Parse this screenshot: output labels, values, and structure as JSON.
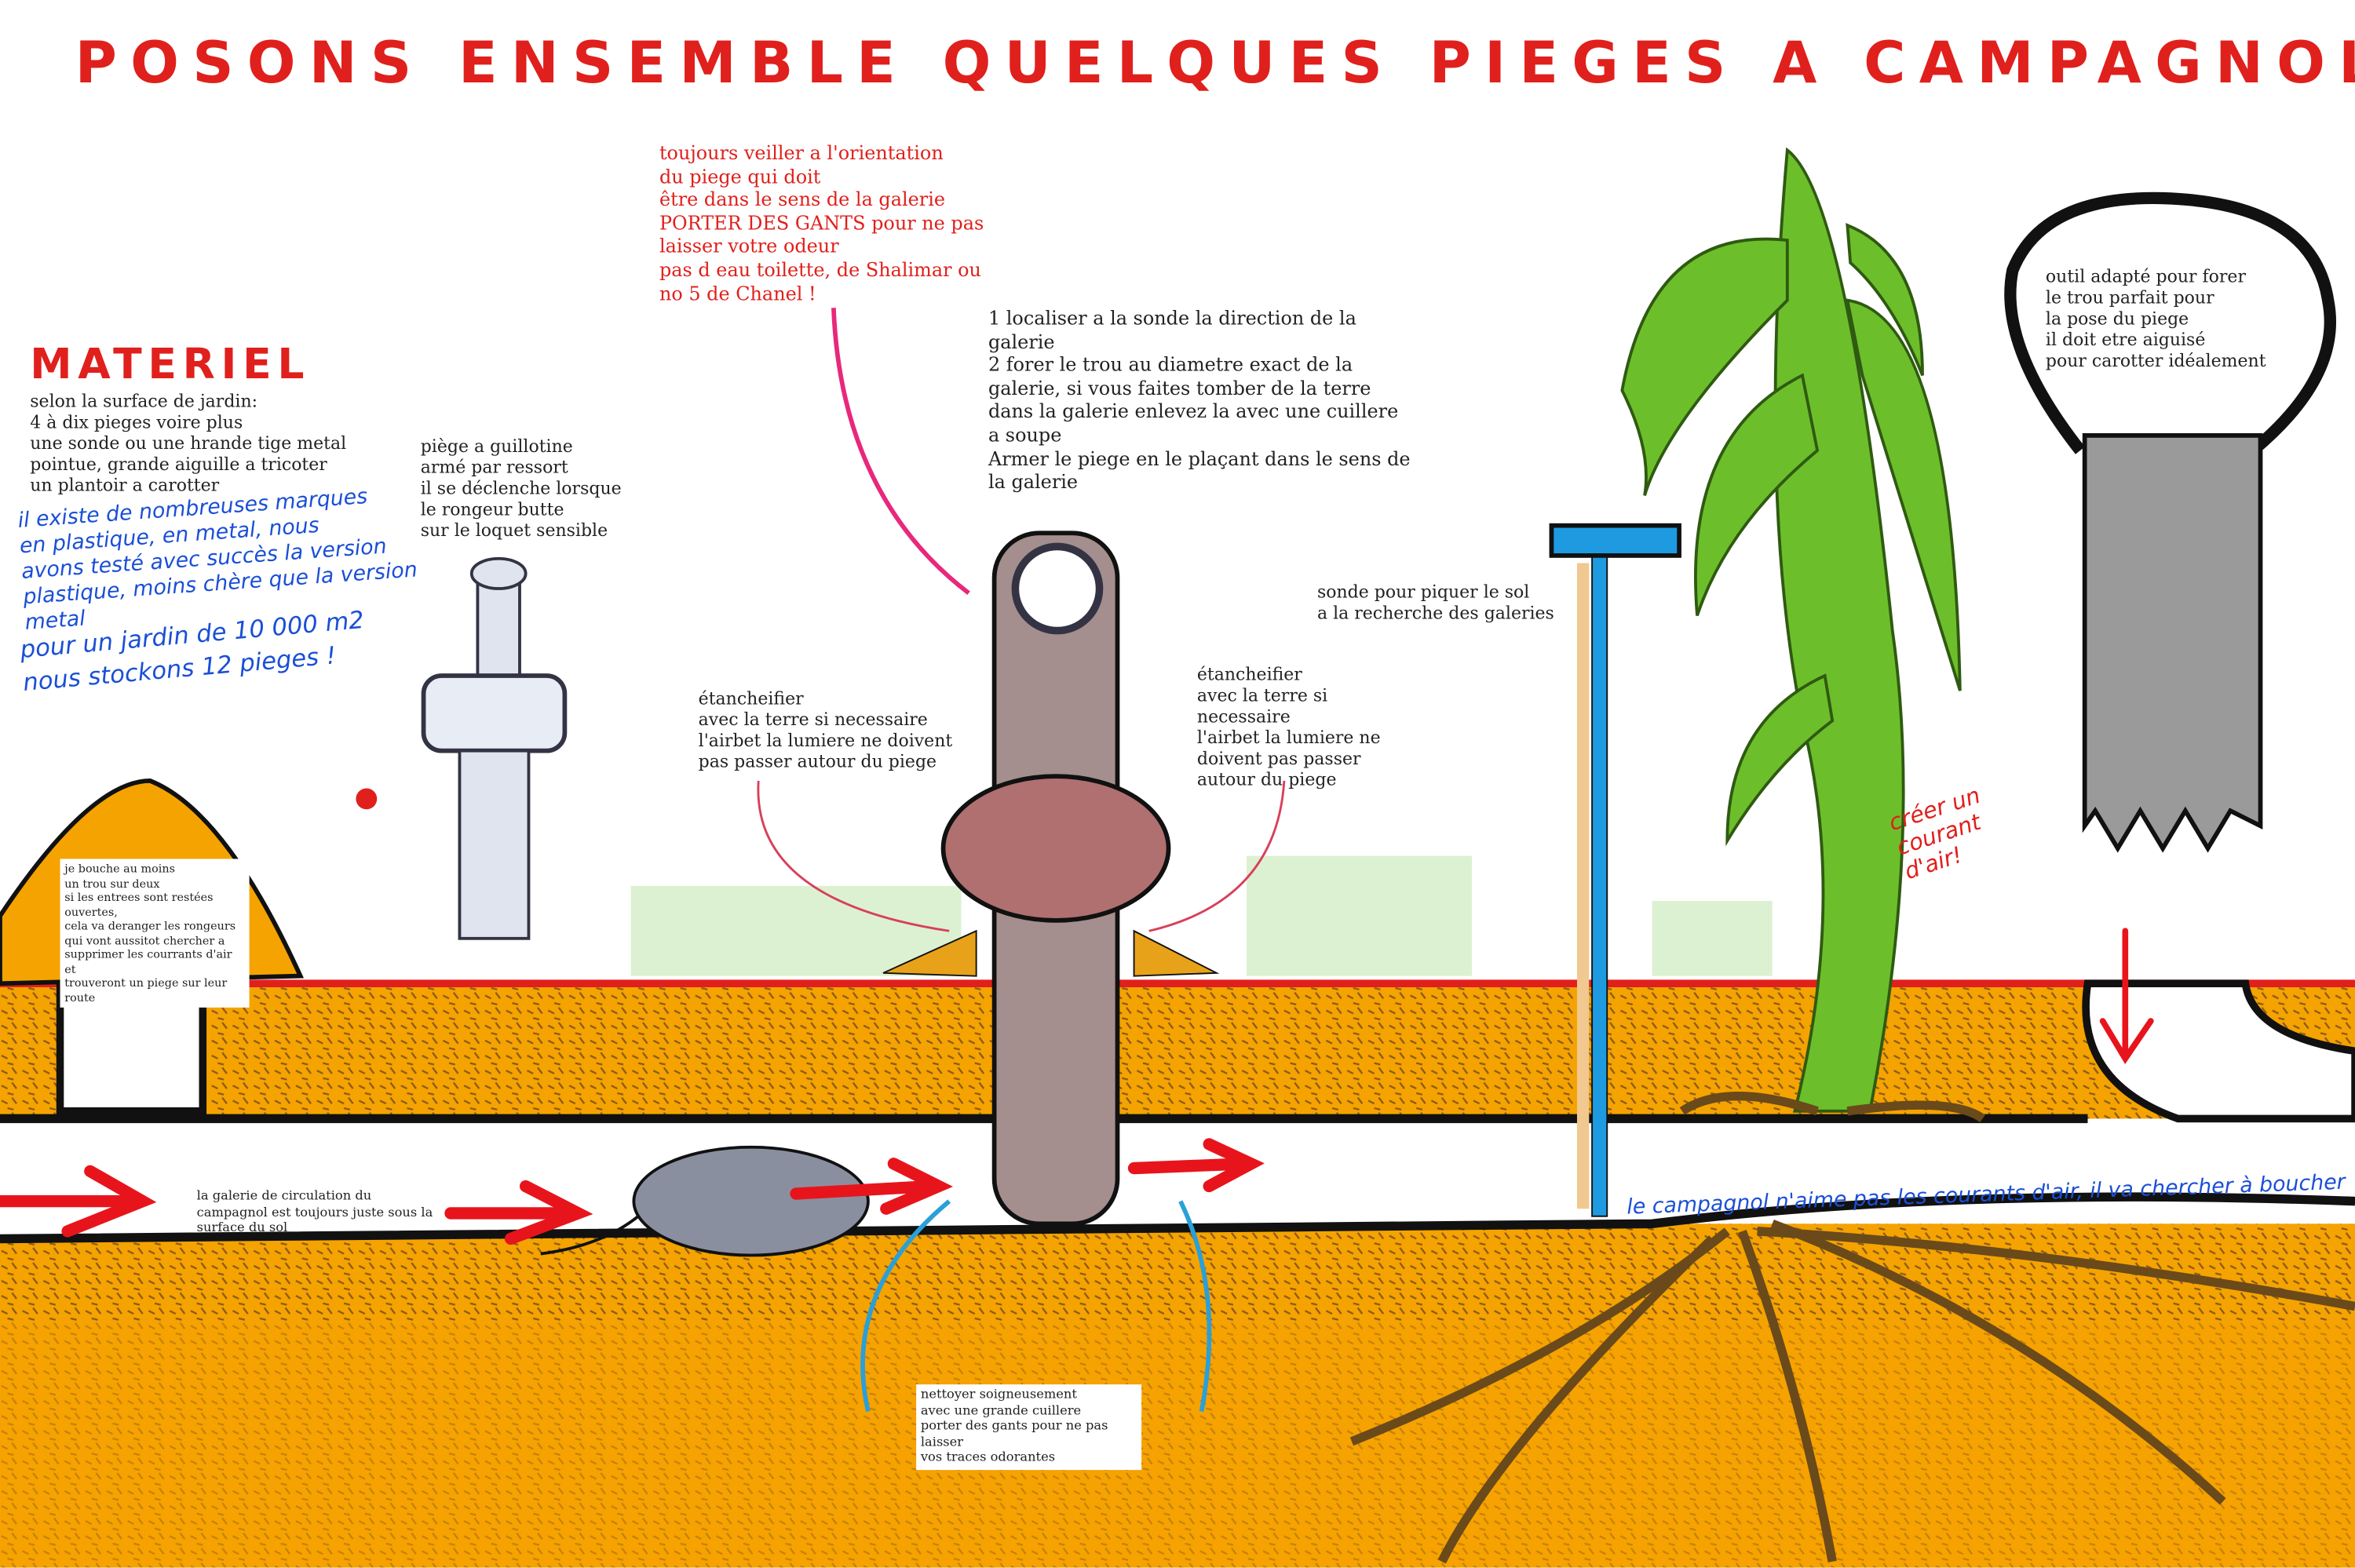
{
  "title": "POSONS ENSEMBLE QUELQUES PIEGES A CAMPAGNOL",
  "warning": "toujours veiller a l'orientation\ndu piege qui doit\nêtre dans le sens de la galerie\nPORTER DES GANTS pour ne pas\nlaisser votre odeur\npas d eau toilette, de Shalimar ou\nno 5 de Chanel !",
  "steps": "1 localiser a la sonde la direction de la\ngalerie\n2 forer le trou au diametre exact de la\ngalerie, si vous faites tomber de la terre\ndans la galerie enlevez la avec une cuillere\na soupe\nArmer le piege en le plaçant dans le sens de\nla galerie",
  "materiel": {
    "heading": "MATERIEL",
    "list": "selon la surface de jardin:\n4 à dix pieges voire plus\nune sonde ou une hrande tige metal\npointue, grande aiguille a tricoter\nun plantoir a carotter",
    "handwritten": "il existe de nombreuses marques\nen plastique, en metal, nous\navons testé avec succès la version\nplastique, moins chère que la version\nmetal",
    "handwritten2": "pour un jardin de 10 000 m2\nnous stockons 12 pieges !"
  },
  "guillotine": "piège a guillotine\narmé par ressort\nil se déclenche lorsque\nle rongeur butte\nsur le loquet sensible",
  "seal_left": "étancheifier\navec la terre si necessaire\nl'airbet la lumiere ne doivent\npas passer autour du piege",
  "seal_right": "étancheifier\navec la terre si\nnecessaire\nl'airbet la lumiere ne\ndoivent pas passer\nautour du piege",
  "probe": "sonde pour piquer le sol\na la recherche des galeries",
  "auger": "outil adapté pour forer\nle trou parfait pour\nla pose du piege\nil doit etre aiguisé\npour carotter idéalement",
  "draft": "créer un\ncourant\nd'air!",
  "holes": "je bouche au moins\nun trou sur deux\nsi les entrees sont restées\nouvertes,\ncela va deranger les rongeurs\nqui vont aussitot chercher a\nsupprimer les courrants d'air et\ntrouveront un piege sur leur route",
  "gallery": "la galerie de circulation du\ncampagnol est toujours juste sous la\nsurface du sol",
  "clean": "nettoyer  soigneusement\navec une grande cuillere\nporter des gants pour ne pas laisser\nvos traces odorantes",
  "air_note": "le campagnol n'aime pas les courants d'air, il va chercher à boucher",
  "colors": {
    "title": "#e0201c",
    "soil": "#f5a300",
    "ink": "#1a4fd6",
    "plant": "#6cbf2a"
  }
}
